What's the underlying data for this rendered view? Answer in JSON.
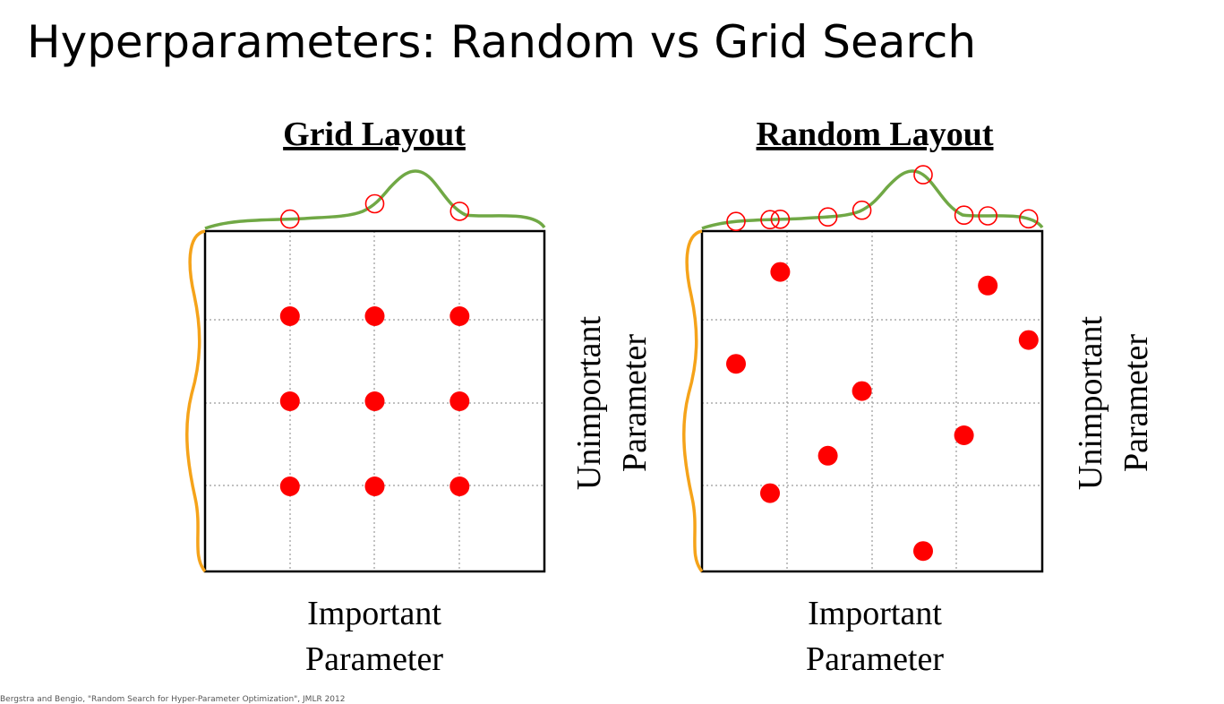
{
  "title": "Hyperparameters: Random vs Grid Search",
  "colors": {
    "point": "#ff0000",
    "curve_top": "#70a845",
    "curve_side": "#f5a31a",
    "gridline": "#9a9a9a",
    "frame": "#000000"
  },
  "panels": [
    {
      "id": "grid",
      "title": "Grid Layout",
      "x_label": [
        "Important",
        "Parameter"
      ],
      "y_label": [
        "Unimportant",
        "Parameter"
      ],
      "points": [
        [
          0.25,
          0.25
        ],
        [
          0.5,
          0.25
        ],
        [
          0.75,
          0.25
        ],
        [
          0.25,
          0.5
        ],
        [
          0.5,
          0.5
        ],
        [
          0.75,
          0.5
        ],
        [
          0.25,
          0.75
        ],
        [
          0.5,
          0.75
        ],
        [
          0.75,
          0.75
        ]
      ]
    },
    {
      "id": "random",
      "title": "Random Layout",
      "x_label": [
        "Important",
        "Parameter"
      ],
      "y_label": [
        "Unimportant",
        "Parameter"
      ],
      "points": [
        [
          0.23,
          0.12
        ],
        [
          0.84,
          0.16
        ],
        [
          0.96,
          0.32
        ],
        [
          0.1,
          0.39
        ],
        [
          0.47,
          0.47
        ],
        [
          0.77,
          0.6
        ],
        [
          0.37,
          0.66
        ],
        [
          0.2,
          0.77
        ],
        [
          0.65,
          0.94
        ]
      ]
    }
  ],
  "footer": "Bergstra and Bengio, \"Random Search for Hyper-Parameter Optimization\", JMLR 2012"
}
